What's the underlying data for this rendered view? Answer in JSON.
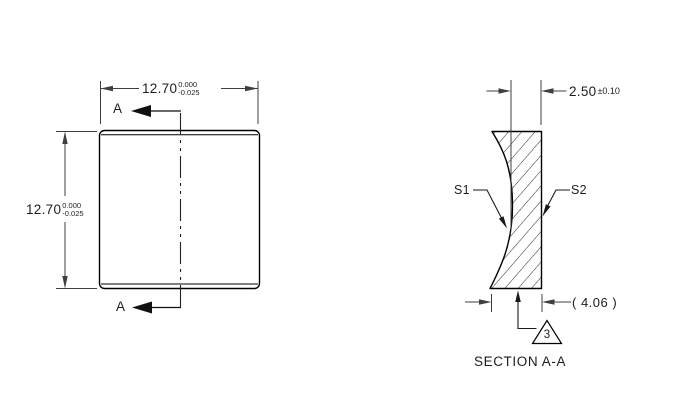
{
  "left_view": {
    "horizontal_dim": {
      "value": "12.70",
      "tol_upper": "0.000",
      "tol_lower": "-0.025"
    },
    "vertical_dim": {
      "value": "12.70",
      "tol_upper": "0.000",
      "tol_lower": "-0.025"
    },
    "cut_label_top": "A",
    "cut_label_bottom": "A"
  },
  "section_view": {
    "title": "SECTION A-A",
    "thickness_dim": {
      "value": "2.50",
      "tolerance": "±0.10"
    },
    "surface_label_1": "S1",
    "surface_label_2": "S2",
    "reference_width_dim": "( 4.06 )",
    "surface_finish_flag": "3"
  },
  "colors": {
    "edge": "#000000",
    "dimension": "#3f3f3f",
    "background": "#ffffff"
  }
}
